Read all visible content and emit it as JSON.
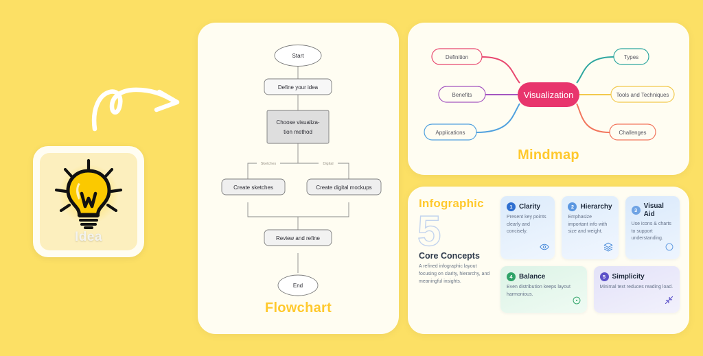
{
  "canvas": {
    "background": "#FCE065"
  },
  "idea": {
    "label": "Idea",
    "icon": "lightbulb-icon",
    "card_bg": "#FFFDF2",
    "inner_bg": "#FCEFBE",
    "bulb_color": "#F7C600"
  },
  "doodle": {
    "name": "curved-arrow-doodle",
    "color": "#FFFFFF"
  },
  "flowchart": {
    "title": "Flowchart",
    "title_color": "#FFC92E",
    "nodes": [
      {
        "id": "start",
        "label": "Start",
        "shape": "ellipse",
        "fill": "#FFFFFF"
      },
      {
        "id": "define",
        "label": "Define your idea",
        "shape": "rounded",
        "fill": "#F7F7F7"
      },
      {
        "id": "choose",
        "label": "Choose visualiza-\ntion method",
        "shape": "rect",
        "fill": "#DEDEDE"
      },
      {
        "id": "sketch",
        "label": "Create sketches",
        "shape": "rounded",
        "fill": "#EFEFEF"
      },
      {
        "id": "mockup",
        "label": "Create digital mockups",
        "shape": "rounded",
        "fill": "#EFEFEF"
      },
      {
        "id": "review",
        "label": "Review and refine",
        "shape": "rounded",
        "fill": "#F2F2F2"
      },
      {
        "id": "end",
        "label": "End",
        "shape": "ellipse",
        "fill": "#FFFFFF"
      }
    ],
    "edge_labels": [
      {
        "from": "choose",
        "to": "sketch",
        "label": "Sketches"
      },
      {
        "from": "choose",
        "to": "mockup",
        "label": "Digital"
      }
    ]
  },
  "mindmap": {
    "title": "Mindmap",
    "title_color": "#FFC92E",
    "center": {
      "label": "Visualization",
      "fill": "#E8356D",
      "text_color": "#FFFFFF"
    },
    "branches": [
      {
        "label": "Definition",
        "side": "left",
        "color": "#E8476F"
      },
      {
        "label": "Benefits",
        "side": "left",
        "color": "#A455C0"
      },
      {
        "label": "Applications",
        "side": "left",
        "color": "#4FA0DE"
      },
      {
        "label": "Types",
        "side": "right",
        "color": "#2FA7A0"
      },
      {
        "label": "Tools and Techniques",
        "side": "right",
        "color": "#F2C94C"
      },
      {
        "label": "Challenges",
        "side": "right",
        "color": "#F2755C"
      }
    ]
  },
  "infographic": {
    "heading": "Infographic",
    "heading_color": "#FFC92E",
    "big_number": "5",
    "core_title": "Core Concepts",
    "core_desc": "A refined infographic layout focusing on clarity, hierarchy, and meaningful insights.",
    "cards": [
      {
        "num": "1",
        "title": "Clarity",
        "desc": "Present key points clearly and concisely.",
        "icon": "eye-icon",
        "theme": "blue1",
        "badge": "blue"
      },
      {
        "num": "2",
        "title": "Hierarchy",
        "desc": "Emphasize important info with size and weight.",
        "icon": "layers-icon",
        "theme": "blue2",
        "badge": "blue-l"
      },
      {
        "num": "3",
        "title": "Visual Aid",
        "desc": "Use icons & charts to support understanding.",
        "icon": "circle-icon",
        "theme": "blue3",
        "badge": "blue-l2"
      },
      {
        "num": "4",
        "title": "Balance",
        "desc": "Even distribution keeps layout harmonious.",
        "icon": "target-icon",
        "theme": "green",
        "badge": "green"
      },
      {
        "num": "5",
        "title": "Simplicity",
        "desc": "Minimal text reduces reading load.",
        "icon": "collapse-icon",
        "theme": "purple",
        "badge": "purple"
      }
    ]
  }
}
